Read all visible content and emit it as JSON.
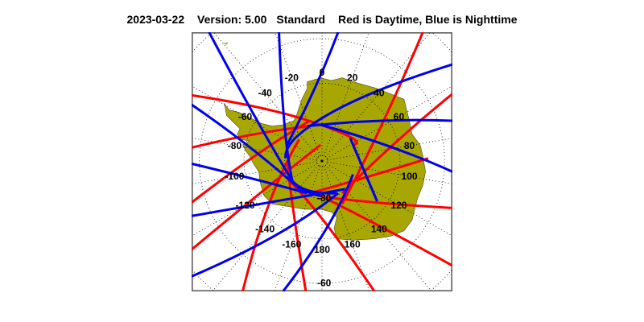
{
  "header": {
    "date": "2023-03-22",
    "version": "Version: 5.00",
    "mode": "Standard",
    "legend_text": "Red is Daytime, Blue is Nighttime"
  },
  "colors": {
    "day_track": "#ff0000",
    "night_track": "#0000ee",
    "land": "#a8a600"
  },
  "map": {
    "longitude_labels": [
      "0",
      "20",
      "40",
      "60",
      "80",
      "100",
      "120",
      "140",
      "160",
      "180",
      "-160",
      "-140",
      "-120",
      "-100",
      "-80",
      "-60",
      "-40",
      "-20"
    ],
    "latitude_labels": [
      "-80",
      "-60"
    ]
  }
}
